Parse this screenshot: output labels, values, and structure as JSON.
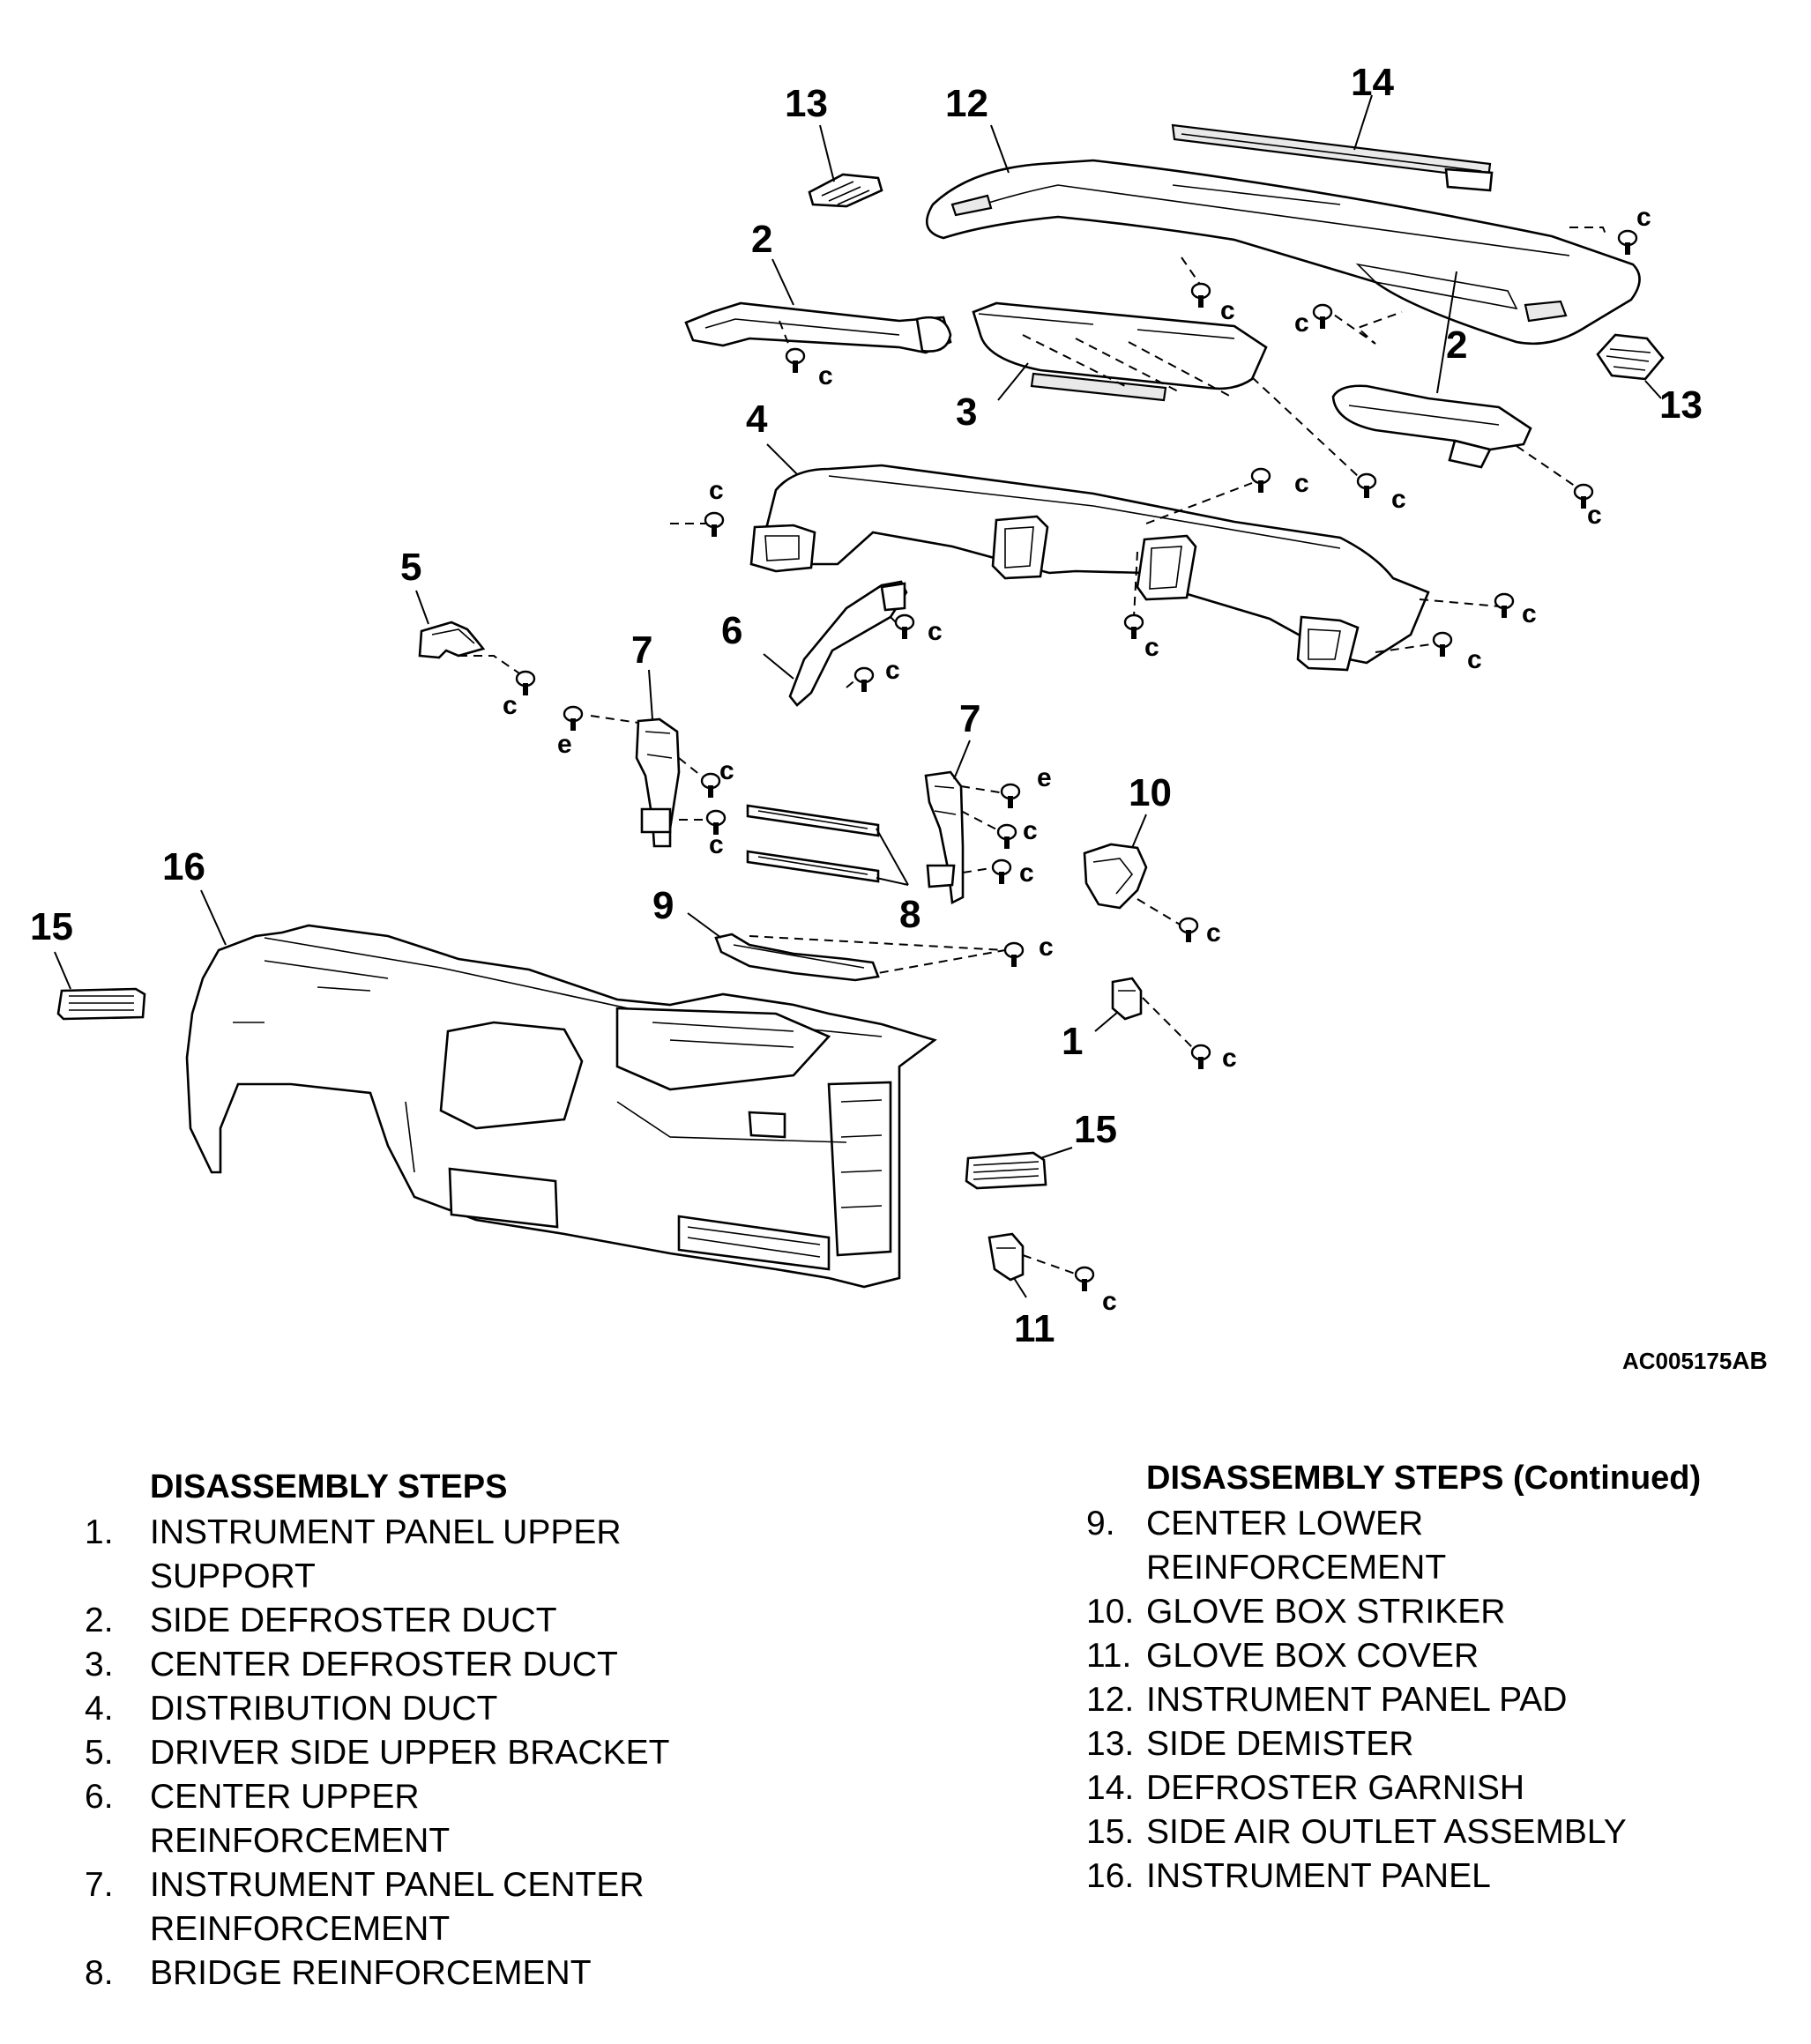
{
  "figure_code": "AC005175",
  "figure_code_suffix": "AB",
  "fastener_labels": {
    "c": "c",
    "e": "e"
  },
  "callouts": [
    "1",
    "2",
    "3",
    "4",
    "5",
    "6",
    "7",
    "8",
    "9",
    "10",
    "11",
    "12",
    "13",
    "14",
    "15",
    "16"
  ],
  "left_list": {
    "heading": "DISASSEMBLY STEPS",
    "items": [
      {
        "num": "1.",
        "text": "INSTRUMENT PANEL UPPER\nSUPPORT"
      },
      {
        "num": "2.",
        "text": "SIDE DEFROSTER DUCT"
      },
      {
        "num": "3.",
        "text": "CENTER DEFROSTER DUCT"
      },
      {
        "num": "4.",
        "text": "DISTRIBUTION DUCT"
      },
      {
        "num": "5.",
        "text": "DRIVER SIDE UPPER BRACKET"
      },
      {
        "num": "6.",
        "text": "CENTER UPPER\nREINFORCEMENT"
      },
      {
        "num": "7.",
        "text": "INSTRUMENT PANEL CENTER\nREINFORCEMENT"
      },
      {
        "num": "8.",
        "text": "BRIDGE REINFORCEMENT"
      }
    ]
  },
  "right_list": {
    "heading": "DISASSEMBLY STEPS (Continued)",
    "items": [
      {
        "num": "9.",
        "text": "CENTER LOWER\nREINFORCEMENT"
      },
      {
        "num": "10.",
        "text": "GLOVE BOX STRIKER"
      },
      {
        "num": "11.",
        "text": "GLOVE BOX COVER"
      },
      {
        "num": "12.",
        "text": "INSTRUMENT PANEL PAD"
      },
      {
        "num": "13.",
        "text": "SIDE DEMISTER"
      },
      {
        "num": "14.",
        "text": "DEFROSTER GARNISH"
      },
      {
        "num": "15.",
        "text": "SIDE AIR OUTLET ASSEMBLY"
      },
      {
        "num": "16.",
        "text": "INSTRUMENT PANEL"
      }
    ]
  }
}
